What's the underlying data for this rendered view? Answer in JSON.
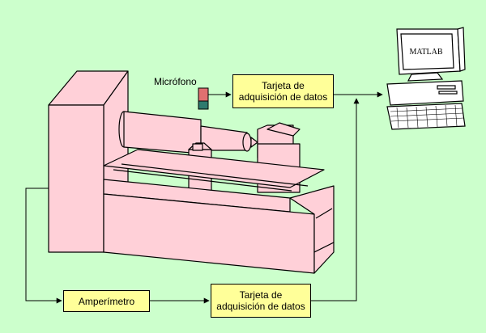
{
  "labels": {
    "microphone": "Micrófono",
    "daq_top_line1": "Tarjeta de",
    "daq_top_line2": "adquisición de datos",
    "daq_bottom_line1": "Tarjeta de",
    "daq_bottom_line2": "adquisición de datos",
    "ammeter": "Amperímetro",
    "screen_text": "MATLAB"
  },
  "colors": {
    "background": "#ccffcc",
    "box_fill": "#ffff99",
    "machine_fill": "#ffd0d8",
    "mic_top": "#e07070",
    "mic_bottom": "#2e7a6e",
    "computer_fill": "#ffffff"
  }
}
